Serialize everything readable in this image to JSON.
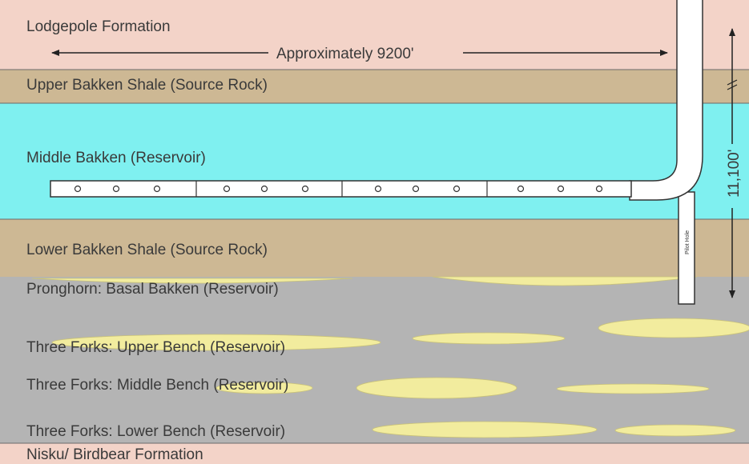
{
  "layers": {
    "lodgepole": "Lodgepole Formation",
    "upper_bakken": "Upper Bakken Shale (Source Rock)",
    "middle_bakken": "Middle Bakken (Reservoir)",
    "lower_bakken": "Lower Bakken Shale (Source Rock)",
    "pronghorn": "Pronghorn: Basal Bakken (Reservoir)",
    "tf_upper": "Three Forks: Upper Bench (Reservoir)",
    "tf_middle": "Three Forks: Middle Bench (Reservoir)",
    "tf_lower": "Three Forks: Lower Bench (Reservoir)",
    "nisku": "Nisku/ Birdbear Formation"
  },
  "annotations": {
    "horizontal_length": "Approximately 9200'",
    "vertical_depth": "11,100'",
    "pilot_hole": "Pilot Hole"
  },
  "colors": {
    "lodgepole": "#f3d3c8",
    "shale": "#cdb894",
    "middle_bakken": "#7ff0f0",
    "three_forks": "#b4b4b4",
    "reservoir_lens": "#f2ec9e",
    "wellbore": "#ffffff"
  }
}
